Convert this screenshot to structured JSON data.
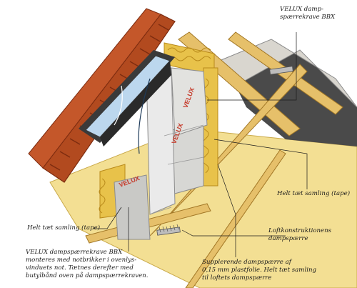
{
  "labels": {
    "velux_bbx_top": "VELUX damp-\nspærrekrave BBX",
    "tight_joint_right": "Helt tæt samling (tape)",
    "tight_joint_left": "Helt tæt samling (tape)",
    "loft_dampsperre": "Loftkonstruktionens\ndampspærre",
    "velux_bbx_bottom": "VELUX dampspærrekrave BBX\nmonteres med notbrikker i ovenlys-\nvinduets not. Tætnes derefter med\nbutylbånd oven på dampspærrekraven.",
    "supplerende": "Supplerende dampspærre af\n0,15 mm plastfolie. Helt tæt samling\ntil loftets dampspærre"
  },
  "stamp_text": "VELUX",
  "colors": {
    "tile": "#b24a1f",
    "tile_dark": "#7d2c10",
    "insulation": "#e8c24a",
    "insulation_dark": "#b8891a",
    "wood": "#e6c06a",
    "wood_dark": "#a27726",
    "ceiling": "#f3df93",
    "membrane": "#d7d7d4",
    "membrane_dark": "#8c8c8c",
    "glass": "#bcd7ee",
    "frame": "#3a3a3a",
    "sky_shadow": "#4a4a4a",
    "tape_red": "#c63a2a"
  }
}
